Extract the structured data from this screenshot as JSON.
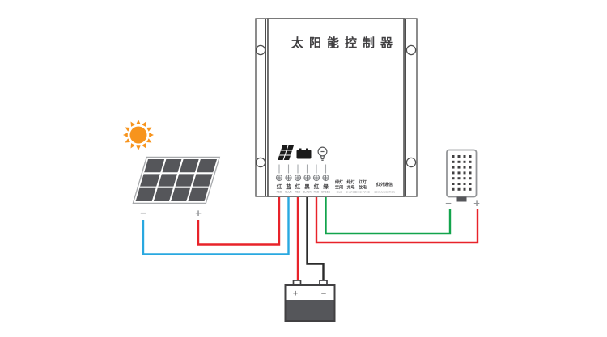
{
  "title": "太阳能控制器",
  "controller": {
    "terminals": [
      {
        "cn": "红",
        "en": "RED"
      },
      {
        "cn": "蓝",
        "en": "BLUE"
      },
      {
        "cn": "红",
        "en": "RED"
      },
      {
        "cn": "黑",
        "en": "BLACK"
      },
      {
        "cn": "红",
        "en": "RED"
      },
      {
        "cn": "绿",
        "en": "GREEN"
      }
    ],
    "indicators": [
      {
        "cn1": "绿灯",
        "cn2": "空闲",
        "en": "IDLE"
      },
      {
        "cn1": "绿灯",
        "cn2": "充电",
        "en": "CHARGE"
      },
      {
        "cn1": "红灯",
        "cn2": "放电",
        "en": "DISCHARGE"
      },
      {
        "cn1": "红外通信",
        "cn2": "",
        "en": "COMMUNICATION"
      }
    ]
  },
  "solar_panel": {
    "minus": "−",
    "plus": "+"
  },
  "battery": {
    "plus": "+",
    "minus": "−"
  },
  "load": {
    "minus": "−",
    "plus": "+"
  },
  "colors": {
    "wire_red": "#e8232a",
    "wire_blue": "#29a8e0",
    "wire_black": "#2b2b2b",
    "wire_green": "#12a44c",
    "sun_orange": "#f7941d",
    "panel_cell": "#55565a",
    "battery_body": "#55565a",
    "outline_dark": "#4d4d4d",
    "outline_light": "#939598"
  }
}
